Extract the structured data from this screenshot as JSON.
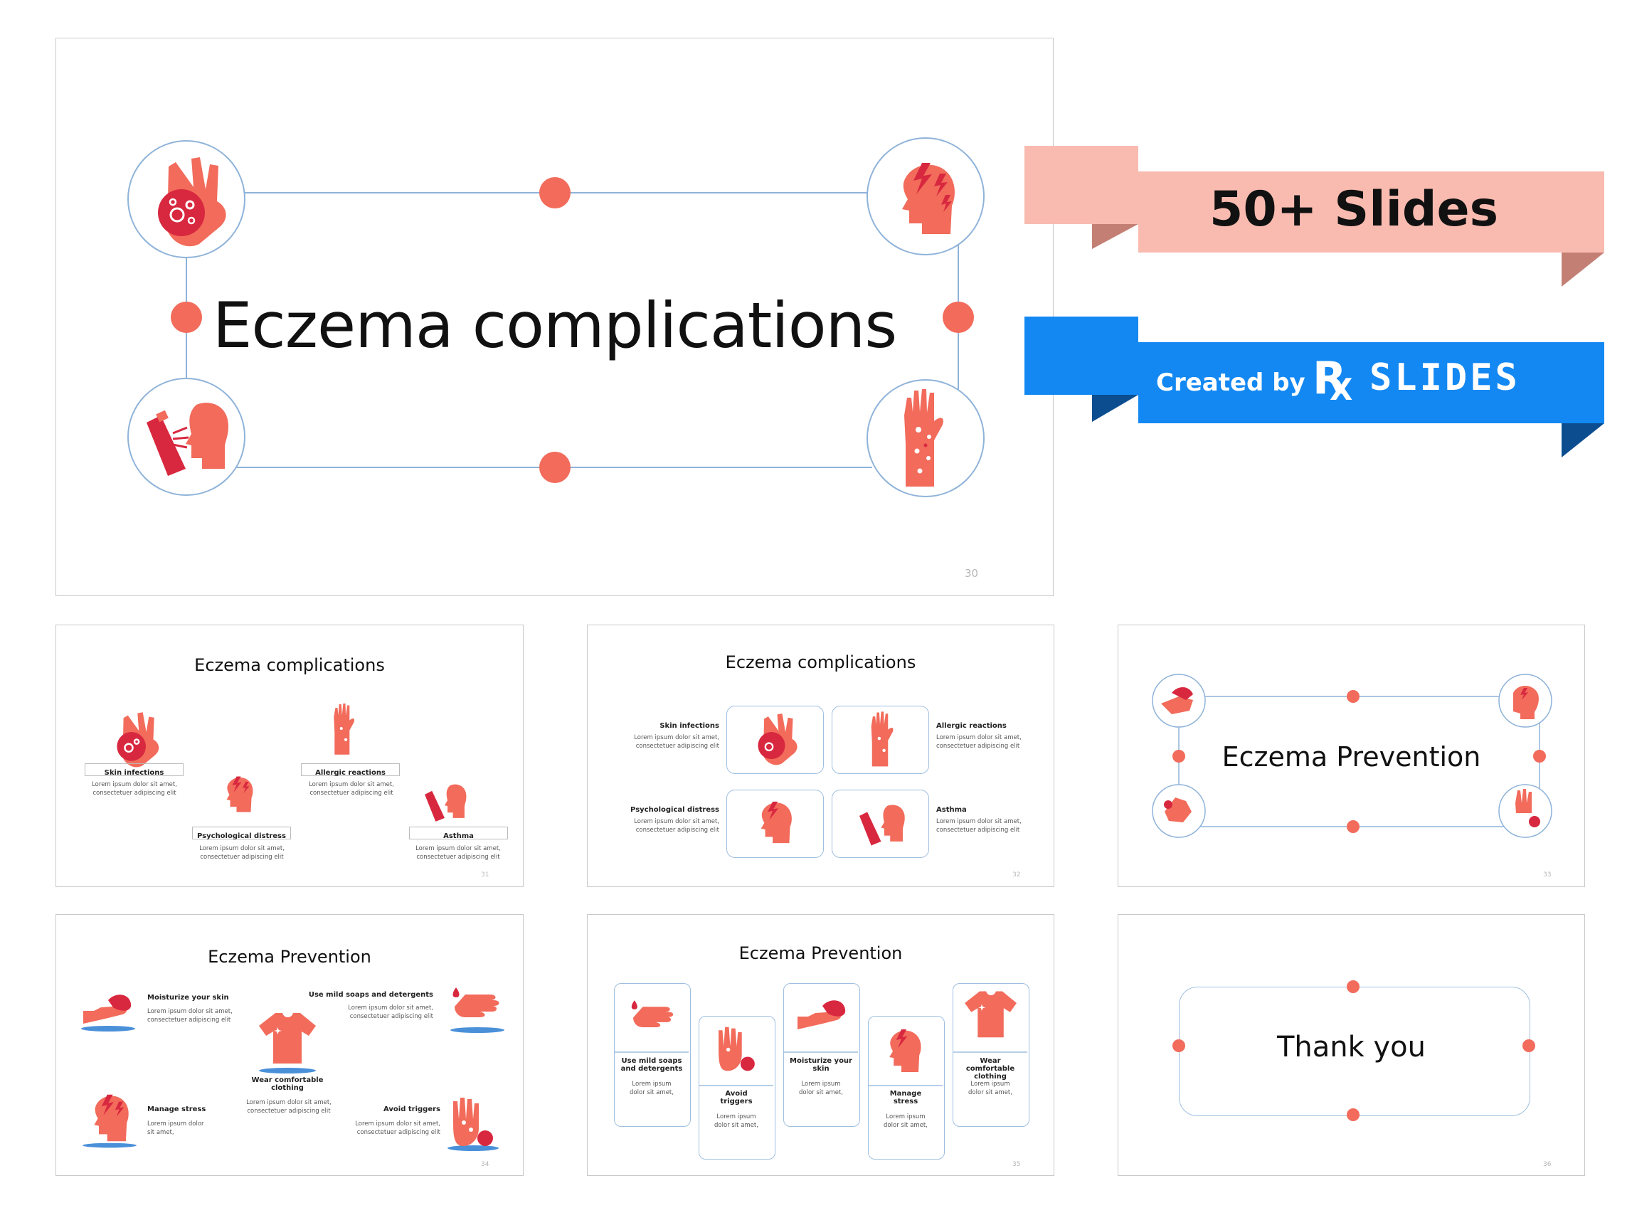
{
  "colors": {
    "accent": "#f26b5b",
    "accent_dark": "#d8283f",
    "line": "#8fb3d9",
    "pink": "#f9bbb0",
    "blue": "#1388f2"
  },
  "main_slide": {
    "title": "Eczema complications",
    "number": "30",
    "icons": [
      "skin-infection-icon",
      "psychological-distress-icon",
      "asthma-icon",
      "allergic-reaction-icon"
    ]
  },
  "banner_slides": {
    "text": "50+ Slides"
  },
  "banner_created": {
    "text": "Created by",
    "brand_r": "R",
    "brand_x": "X",
    "brand": "SLIDES"
  },
  "slide31": {
    "title": "Eczema complications",
    "number": "31",
    "items": [
      {
        "label": "Skin infections",
        "text": "Lorem ipsum dolor sit amet, consectetuer adipiscing elit"
      },
      {
        "label": "Allergic reactions",
        "text": "Lorem ipsum dolor sit amet, consectetuer adipiscing elit"
      },
      {
        "label": "Psychological distress",
        "text": "Lorem ipsum dolor sit amet, consectetuer adipiscing elit"
      },
      {
        "label": "Asthma",
        "text": "Lorem ipsum dolor sit amet, consectetuer adipiscing elit"
      }
    ]
  },
  "slide32": {
    "title": "Eczema complications",
    "number": "32",
    "items": [
      {
        "label": "Skin infections",
        "text": "Lorem ipsum dolor sit amet, consectetuer adipiscing elit"
      },
      {
        "label": "Allergic reactions",
        "text": "Lorem ipsum dolor sit amet, consectetuer adipiscing elit"
      },
      {
        "label": "Psychological distress",
        "text": "Lorem ipsum dolor sit amet, consectetuer adipiscing elit"
      },
      {
        "label": "Asthma",
        "text": "Lorem ipsum dolor sit amet, consectetuer adipiscing elit"
      }
    ]
  },
  "slide33": {
    "title": "Eczema Prevention",
    "number": "33"
  },
  "slide34": {
    "title": "Eczema Prevention",
    "number": "34",
    "items": [
      {
        "label": "Moisturize your skin",
        "text": "Lorem ipsum dolor sit amet, consectetuer adipiscing elit"
      },
      {
        "label": "Use mild soaps and detergents",
        "text": "Lorem ipsum dolor sit amet, consectetuer adipiscing elit"
      },
      {
        "label": "Wear comfortable clothing",
        "text": "Lorem ipsum dolor sit amet, consectetuer adipiscing elit"
      },
      {
        "label": "Manage stress",
        "text": "Lorem ipsum dolor sit amet,"
      },
      {
        "label": "Avoid triggers",
        "text": "Lorem ipsum dolor sit amet, consectetuer adipiscing elit"
      }
    ]
  },
  "slide35": {
    "title": "Eczema Prevention",
    "number": "35",
    "items": [
      {
        "label": "Use mild soaps and detergents",
        "text": "Lorem ipsum dolor sit amet,"
      },
      {
        "label": "Avoid triggers",
        "text": "Lorem ipsum dolor sit amet,"
      },
      {
        "label": "Moisturize your skin",
        "text": "Lorem ipsum dolor sit amet,"
      },
      {
        "label": "Manage stress",
        "text": "Lorem ipsum dolor sit amet,"
      },
      {
        "label": "Wear comfortable clothing",
        "text": "Lorem ipsum dolor sit amet,"
      }
    ]
  },
  "slide36": {
    "title": "Thank you",
    "number": "36"
  }
}
